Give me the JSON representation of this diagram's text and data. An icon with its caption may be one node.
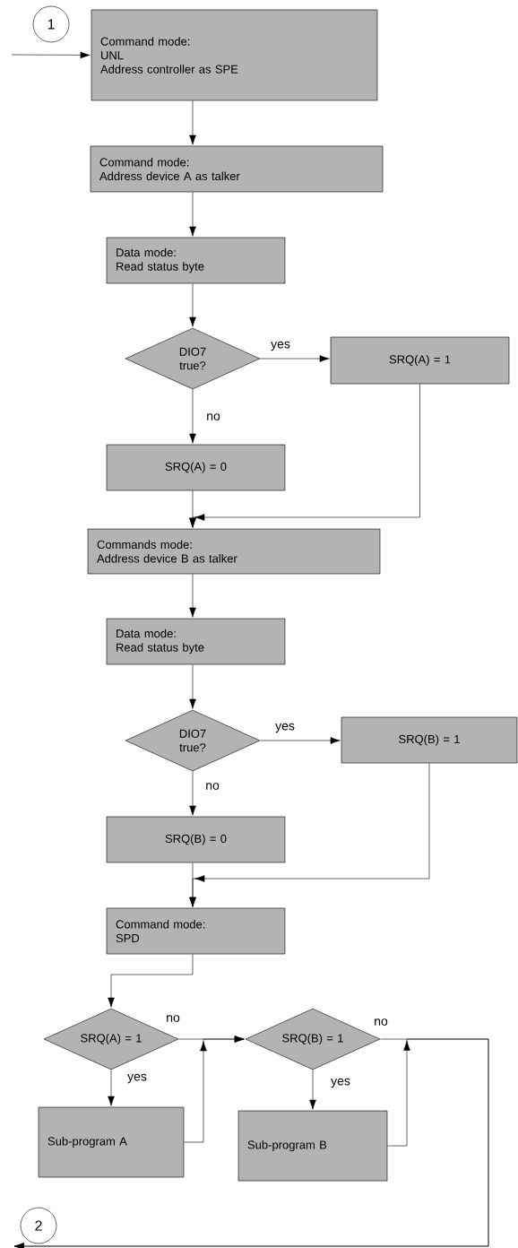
{
  "diagram": {
    "nodes": [
      {
        "text": [
          "1"
        ]
      },
      {
        "text": [
          "Command mode:",
          "UNL",
          "Address controller as SPE"
        ]
      },
      {
        "text": [
          "Command mode:",
          "Address device A as talker"
        ]
      },
      {
        "text": [
          "Data mode:",
          "Read status byte"
        ]
      },
      {
        "text": [
          "DIO7 true?"
        ]
      },
      {
        "text": [
          "SRQ(A) = 1"
        ]
      },
      {
        "text": [
          "SRQ(A) = 0"
        ]
      },
      {
        "text": [
          "Commands mode:",
          "Address device B as talker"
        ]
      },
      {
        "text": [
          "Data mode:",
          "Read status byte"
        ]
      },
      {
        "text": [
          "DIO7 true?"
        ]
      },
      {
        "text": [
          "SRQ(B) = 1"
        ]
      },
      {
        "text": [
          "SRQ(B) = 0"
        ]
      },
      {
        "text": [
          "Command mode:",
          "SPD"
        ]
      },
      {
        "text": [
          "SRQ(A) = 1"
        ]
      },
      {
        "text": [
          "SRQ(B) = 1"
        ]
      },
      {
        "text": [
          "Sub-program A"
        ]
      },
      {
        "text": [
          "Sub-program B"
        ]
      },
      {
        "text": [
          "2"
        ]
      }
    ],
    "edges": [
      {
        "from": null,
        "to": 1,
        "arrow": "to"
      },
      {
        "from": 1,
        "to": 2,
        "arrow": "to"
      },
      {
        "from": 2,
        "to": 3,
        "arrow": "to"
      },
      {
        "from": 3,
        "to": 4,
        "arrow": "to"
      },
      {
        "from": 4,
        "to": 5,
        "arrow": "to",
        "label": "yes"
      },
      {
        "from": 4,
        "to": 6,
        "arrow": "to",
        "label": "no"
      },
      {
        "from": 5,
        "to": 7,
        "arrow": "to"
      },
      {
        "from": 6,
        "to": 7,
        "arrow": "to"
      },
      {
        "from": 7,
        "to": 8,
        "arrow": "to"
      },
      {
        "from": 8,
        "to": 9,
        "arrow": "to"
      },
      {
        "from": 9,
        "to": 10,
        "arrow": "to",
        "label": "yes"
      },
      {
        "from": 9,
        "to": 11,
        "arrow": "to",
        "label": "no"
      },
      {
        "from": 10,
        "to": 12,
        "arrow": "to"
      },
      {
        "from": 11,
        "to": 12,
        "arrow": "to"
      },
      {
        "from": 12,
        "to": 13,
        "arrow": "to"
      },
      {
        "from": 13,
        "to": 14,
        "arrow": "to",
        "label": "no"
      },
      {
        "from": 13,
        "to": 15,
        "arrow": "to",
        "label": "yes"
      },
      {
        "from": 15,
        "to": 14,
        "arrow": "to"
      },
      {
        "from": 14,
        "to": 16,
        "arrow": "to",
        "label": "yes"
      },
      {
        "from": 16,
        "to": 17,
        "arrow": "to"
      },
      {
        "from": 14,
        "to": 17,
        "arrow": "to",
        "label": "no"
      }
    ]
  }
}
